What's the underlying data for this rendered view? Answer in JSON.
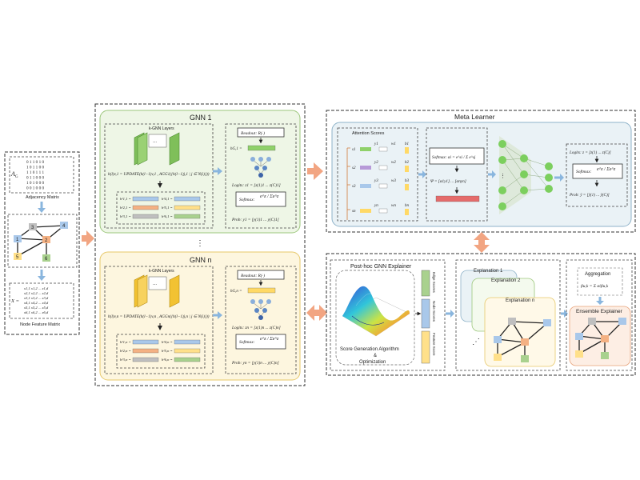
{
  "input": {
    "adjacency_label": "A",
    "adjacency_sub": "G",
    "adjacency_rows": [
      "0 1 1 0 1 0",
      "1 0 1 1 0 0",
      "1 1 0 1 1 1",
      "0 1 1 0 0 0",
      "1 0 1 0 0 0",
      "0 0 1 0 0 0"
    ],
    "adjacency_caption": "Adjacency Matrix",
    "feature_label": "X =",
    "feature_rows": [
      "x1,1 x1,2 ... x1,d",
      "x2,1 x2,2 ... x2,d",
      "x3,1 x3,2 ... x3,d",
      "x4,1 x4,2 ... x4,d",
      "x5,1 x5,2 ... x5,d",
      "x6,1 x6,2 ... x6,d"
    ],
    "feature_caption": "Node Feature Matrix",
    "graph_nodes": [
      "1",
      "2",
      "3",
      "4",
      "5",
      "6"
    ]
  },
  "gnn1": {
    "title": "GNN 1",
    "layers_label": "k-GNN Layers",
    "update_eq": "h(l)v,1 = UPDATE(h(l−1)v,1 , AGG1({h(l−1)j,1 | j ∈ N(i)}))",
    "embeddings": [
      "h¹1,1 =",
      "h¹4,1 =",
      "h¹2,1 =",
      "h¹5,1 =",
      "h¹3,1 =",
      "h¹6,1 ="
    ],
    "readout": "Readout: R(·)",
    "hG": "hG,1 =",
    "logits": "Logits: z1 = [z(1)1 ... z(C)1]",
    "softmax": "Softmax:",
    "prob": "Prob: y1 = [y(1)1 ... y(C)1]"
  },
  "ellipsis_mid": "⋮",
  "gnnn": {
    "title": "GNN n",
    "layers_label": "k-GNN Layers",
    "update_eq": "h(l)v,n = UPDATE(h(l−1)v,n , AGGn({h(l−1)j,n | j ∈ N(i)}))",
    "embeddings": [
      "h¹1,n =",
      "h¹4,n =",
      "h¹2,n =",
      "h¹5,n =",
      "h¹3,n =",
      "h¹6,n ="
    ],
    "readout": "Readout: R(·)",
    "hG": "hG,n =",
    "logits": "Logits: zn = [z(1)n ... z(C)n]",
    "softmax": "Softmax:",
    "prob": "Prob: yn = [y(1)n ... y(C)n]"
  },
  "meta": {
    "title": "Meta Learner",
    "attention_label": "Attention Scores",
    "rows": [
      "s1",
      "s2",
      "s3",
      "sn"
    ],
    "ys": [
      "y1",
      "y2",
      "y3",
      "yn"
    ],
    "ws": [
      "w1",
      "w2",
      "w3",
      "wn"
    ],
    "bs": [
      "b1",
      "b2",
      "b3",
      "bn"
    ],
    "softmax_eq": "Softmax: αi = e^si / Σ e^sj",
    "psi": "Ψ = [α1y1] ... [αnyn]",
    "logits": "Logits: z = [z(1) ... z(C)]",
    "softmax2": "Softmax:",
    "prob": "Prob: ŷ = [ŷ(1) ... ŷ(C)]"
  },
  "explainer": {
    "title": "Post-hoc GNN Explainer",
    "scores": [
      "Edge Scores",
      "Node Scores",
      "Feature Score"
    ],
    "caption1": "Score Generation Algorithm",
    "caption2": "&",
    "caption3": "Optimization"
  },
  "explanations": {
    "e1": "Explanation 1",
    "e2": "Explanation 2",
    "en": "Explanation n",
    "dots": "⋰"
  },
  "aggregation": {
    "title": "Aggregation",
    "eq": "βu,k = Σ αiβu,k",
    "ensemble": "Ensemble Explainer"
  },
  "colors": {
    "green_panel": "#eef6e6",
    "green_border": "#9cc77c",
    "yellow_panel": "#fdf6df",
    "yellow_border": "#e7c86a",
    "meta_panel": "#eaf2f6",
    "meta_border": "#8fb3c9",
    "arrow_orange": "#f2a582",
    "arrow_blue": "#8ab6de",
    "node_blue": "#a9c8ea",
    "node_orange": "#f4b183",
    "node_yellow": "#ffe08a",
    "node_green": "#a9d18e",
    "node_gray": "#bfbfbf",
    "node_salmon": "#f8cbad",
    "bar_green": "#8fd16a",
    "bar_purple": "#b79ad8",
    "bar_yellow": "#ffd966",
    "bar_red": "#e56b6b"
  }
}
